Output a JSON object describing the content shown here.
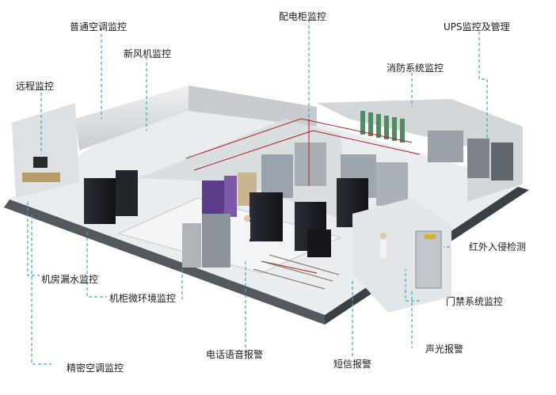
{
  "labels": {
    "normal_ac": "普通空调监控",
    "fresh_air": "新风机监控",
    "remote": "远程监控",
    "power_cabinet": "配电柜监控",
    "ups": "UPS监控及管理",
    "fire": "消防系统监控",
    "infrared": "红外入侵检测",
    "access": "门禁系统监控",
    "water_leak": "机房漏水监控",
    "cabinet_env": "机柜微环境监控",
    "phone_alarm": "电话语音报警",
    "sms_alarm": "短信报警",
    "sound_light": "声光报警",
    "precision_ac": "精密空调监控"
  },
  "colors": {
    "leader_line": "#3aa6c8",
    "alert_line": "#b02020",
    "floor": "#e9edf0",
    "wall": "#d7dadd",
    "rack_dark": "#1d1f26",
    "rack_purple": "#5b3c8a"
  }
}
